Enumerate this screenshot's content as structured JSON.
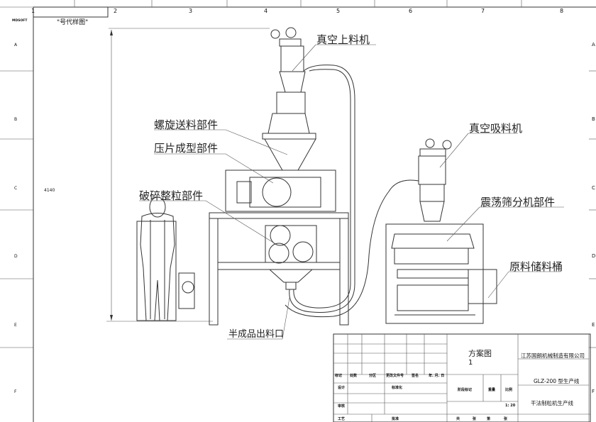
{
  "sheet": {
    "columns": [
      "1",
      "2",
      "3",
      "4",
      "5",
      "6",
      "7",
      "8"
    ],
    "rows": [
      "A",
      "B",
      "C",
      "D",
      "E",
      "F"
    ],
    "corner_mark": "MDSOFT",
    "drawing_no": "\"号代样图\"",
    "height_dimension": "4140"
  },
  "labels": {
    "vacuum_loader": "真空上料机",
    "screw_feeder": "螺旋送料部件",
    "tablet_forming": "压片成型部件",
    "crushing_granulating": "破碎整粒部件",
    "vacuum_suction": "真空吸料机",
    "vibrating_screen": "震荡筛分机部件",
    "raw_storage": "原料储料桶",
    "semi_outlet": "半成品出料口"
  },
  "title_block": {
    "title": "方案图",
    "title_no": "1",
    "company": "江苏国朗机械制造有限公司",
    "model": "GLZ-200 型生产线",
    "product": "干法制粒机生产线",
    "headers": [
      "标记",
      "处数",
      "分区",
      "更改文件号",
      "签名",
      "年. 月. 日"
    ],
    "design": "设计",
    "standard": "标准化",
    "review": "审核",
    "process": "工艺",
    "approve": "批准",
    "stage_mark": "阶段标记",
    "weight": "重量",
    "scale_label": "比例",
    "scale": "1: 20",
    "total_sheets": "共",
    "sheet_unit1": "张",
    "sheet_no": "第",
    "sheet_unit2": "张"
  }
}
